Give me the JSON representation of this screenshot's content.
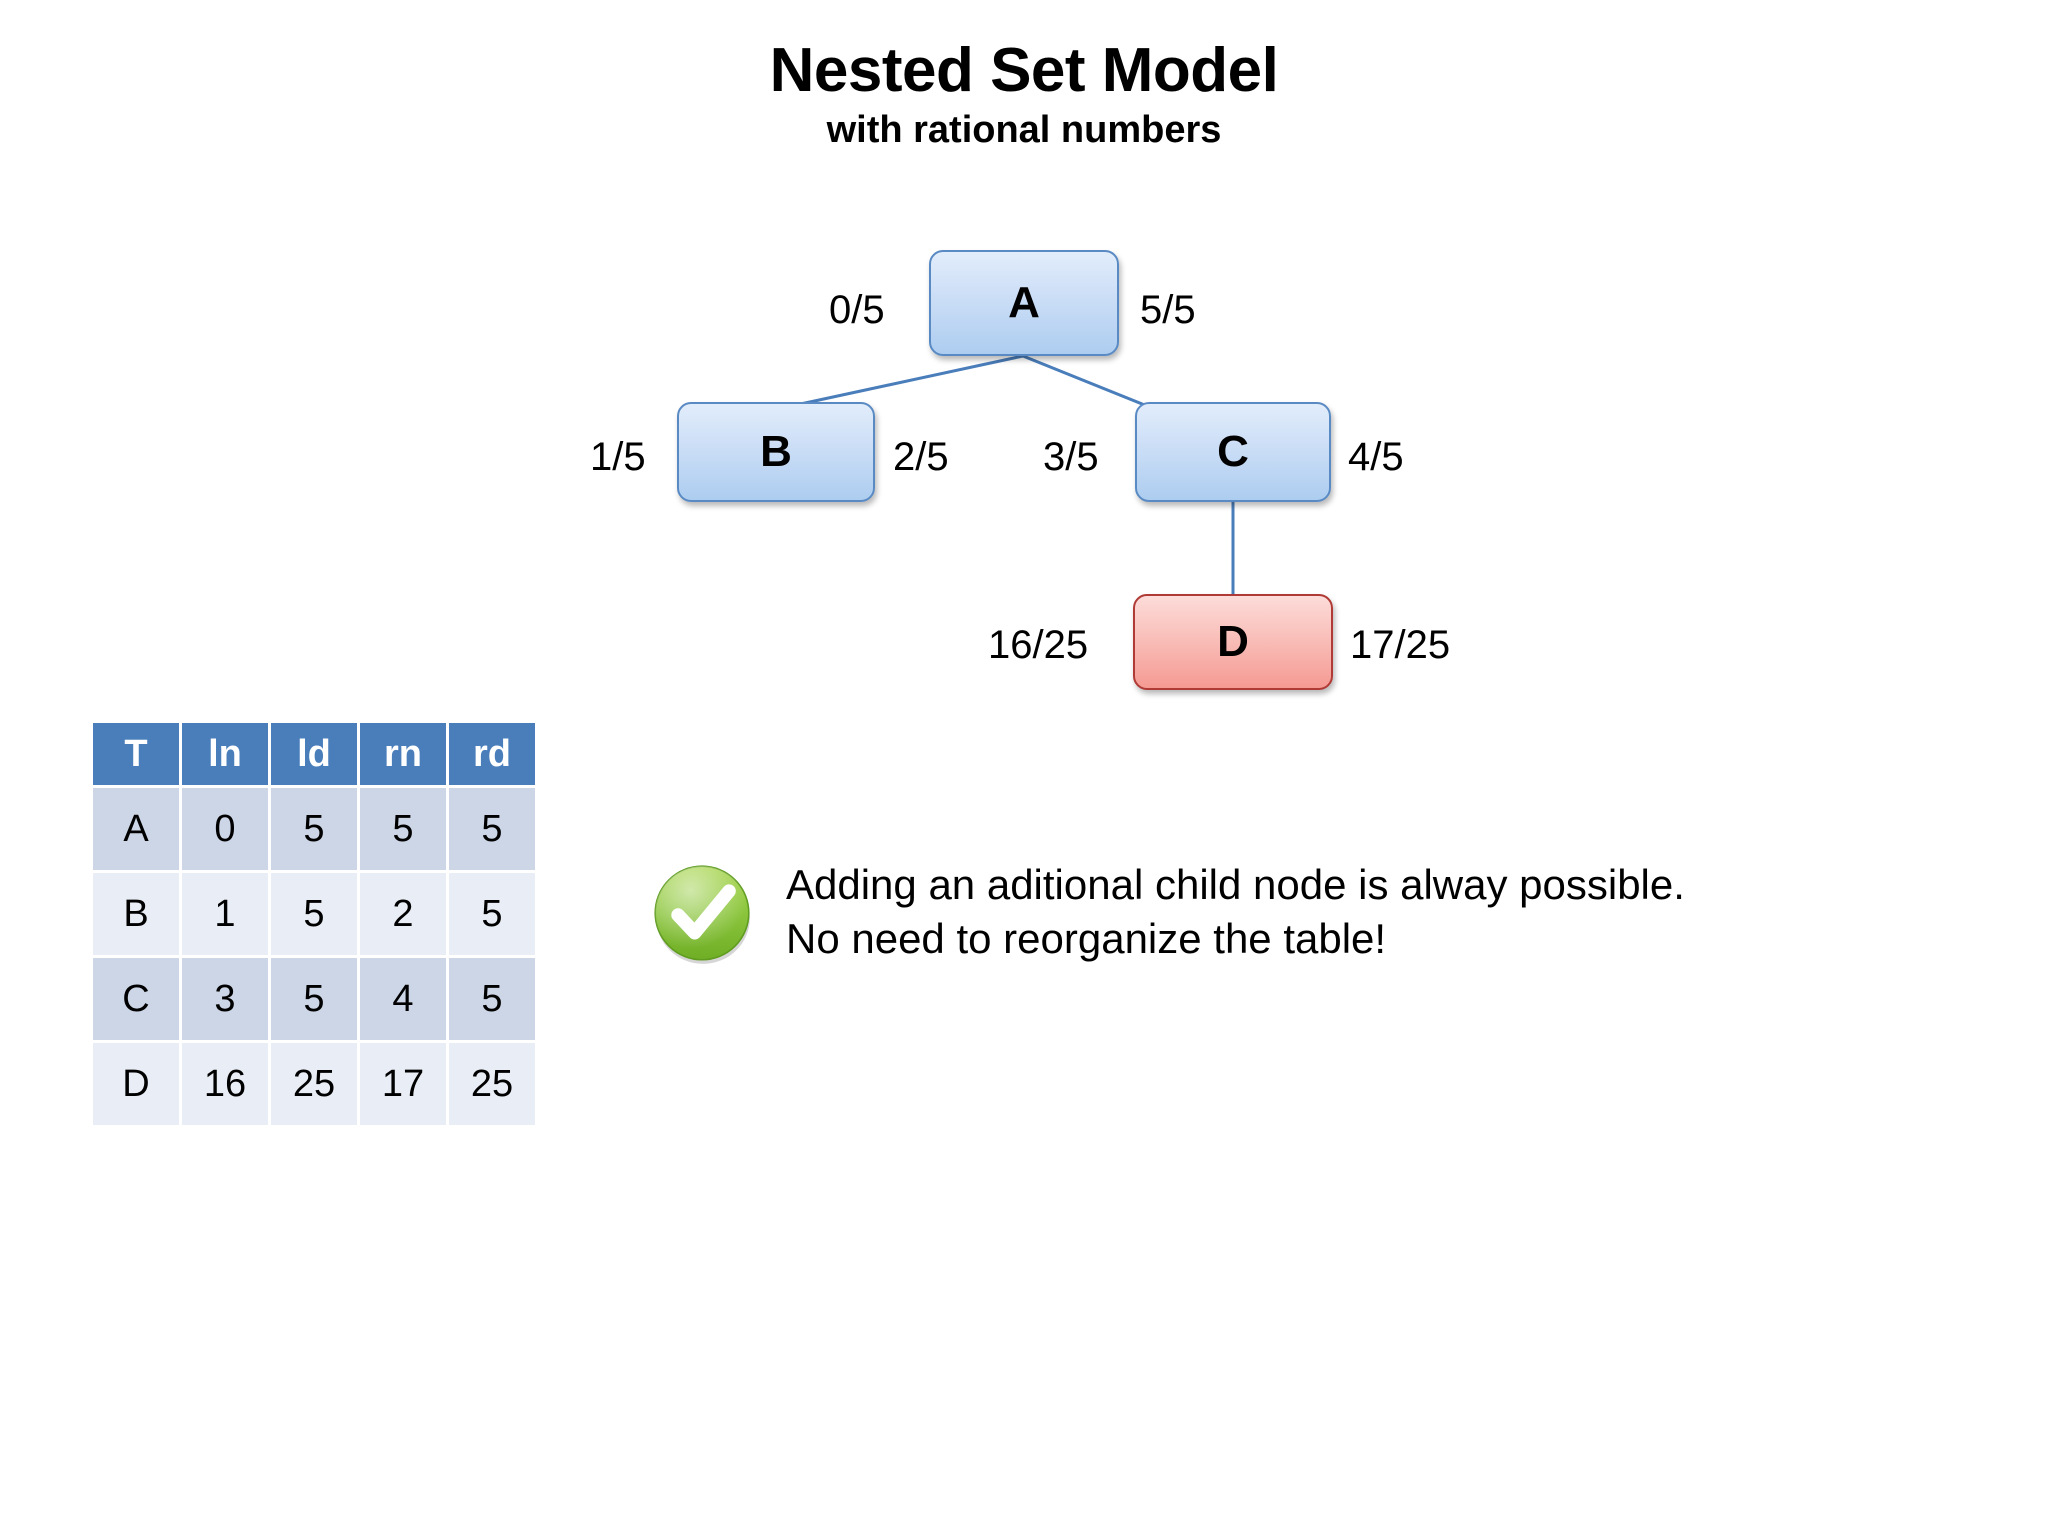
{
  "title": {
    "main": "Nested Set Model",
    "subtitle": "with rational numbers"
  },
  "diagram": {
    "nodes": [
      {
        "id": "A",
        "label": "A",
        "left_value": "0/5",
        "right_value": "5/5",
        "color": "blue",
        "fill": "#cfe0f7",
        "border": "#5a8ac4"
      },
      {
        "id": "B",
        "label": "B",
        "left_value": "1/5",
        "right_value": "2/5",
        "color": "blue",
        "fill": "#cfe0f7",
        "border": "#5a8ac4"
      },
      {
        "id": "C",
        "label": "C",
        "left_value": "3/5",
        "right_value": "4/5",
        "color": "blue",
        "fill": "#cfe0f7",
        "border": "#5a8ac4"
      },
      {
        "id": "D",
        "label": "D",
        "left_value": "16/25",
        "right_value": "17/25",
        "color": "red",
        "fill": "#fac4bf",
        "border": "#b03a36"
      }
    ],
    "edges": [
      {
        "from": "A",
        "to": "B"
      },
      {
        "from": "A",
        "to": "C"
      },
      {
        "from": "C",
        "to": "D"
      }
    ],
    "edge_color": "#4a7ebb"
  },
  "table": {
    "headers": [
      "T",
      "ln",
      "ld",
      "rn",
      "rd"
    ],
    "header_color": "#4a7ebb",
    "rows": [
      [
        "A",
        "0",
        "5",
        "5",
        "5"
      ],
      [
        "B",
        "1",
        "5",
        "2",
        "5"
      ],
      [
        "C",
        "3",
        "5",
        "4",
        "5"
      ],
      [
        "D",
        "16",
        "25",
        "17",
        "25"
      ]
    ]
  },
  "annotation": {
    "icon": "green-check-icon",
    "icon_color": "#8cc63e",
    "line1": "Adding an aditional child node is alway possible.",
    "line2": "No need to reorganize the table!"
  }
}
